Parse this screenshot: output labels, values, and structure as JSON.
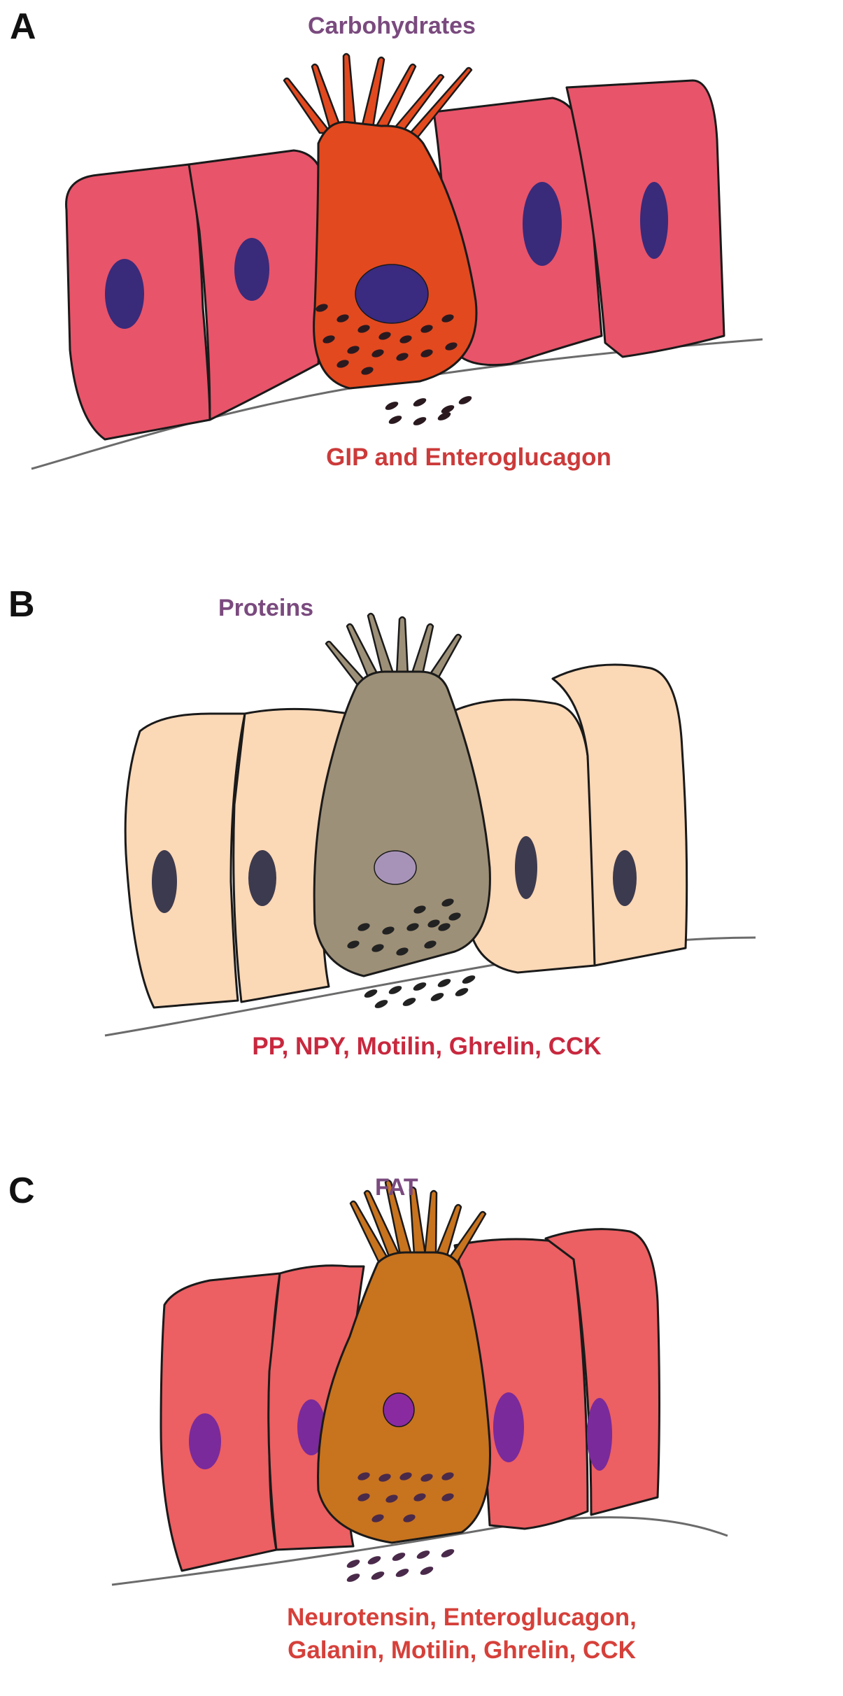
{
  "panels": [
    {
      "letter": "A",
      "nutrient": "Carbohydrates",
      "hormones": [
        "GIP and Enteroglucagon"
      ],
      "colors": {
        "cell_fill": "#e8546a",
        "endocrine_fill": "#e2491f",
        "nucleus": "#3a2a7a",
        "endocrine_nucleus": "#3a2a80",
        "granule": "#2a1a20",
        "hormone_text": "#cc3a3a"
      }
    },
    {
      "letter": "B",
      "nutrient": "Proteins",
      "hormones": [
        "PP, NPY, Motilin, Ghrelin, CCK"
      ],
      "colors": {
        "cell_fill": "#fbd8b6",
        "endocrine_fill": "#9d9078",
        "nucleus": "#3c3a4e",
        "endocrine_nucleus": "#a893b8",
        "granule": "#222222",
        "hormone_text": "#c8283e"
      }
    },
    {
      "letter": "C",
      "nutrient": "FAT",
      "hormones": [
        "Neurotensin, Enteroglucagon,",
        "Galanin, Motilin, Ghrelin, CCK"
      ],
      "colors": {
        "cell_fill": "#ec5f62",
        "endocrine_fill": "#c8731e",
        "nucleus": "#7a2a9a",
        "endocrine_nucleus": "#8a2aa0",
        "granule": "#4a2a4a",
        "hormone_text": "#d6403a"
      }
    }
  ]
}
